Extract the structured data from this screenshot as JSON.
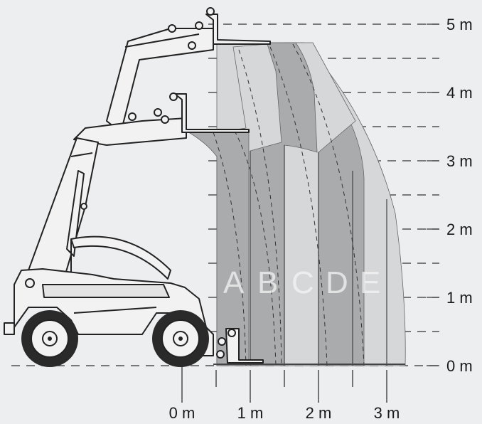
{
  "diagram": {
    "y_axis_labels": [
      "0 m",
      "1 m",
      "2 m",
      "3 m",
      "4 m",
      "5 m"
    ],
    "x_axis_labels": [
      "0 m",
      "1 m",
      "2 m",
      "3 m"
    ],
    "zones": [
      "A",
      "B",
      "C",
      "D",
      "E"
    ],
    "colors": {
      "background": "#eceef0",
      "zone_dark": "#a9abad",
      "zone_light": "#d5d7d9",
      "line": "#222222",
      "machine_fill": "#f2f2f2"
    }
  }
}
